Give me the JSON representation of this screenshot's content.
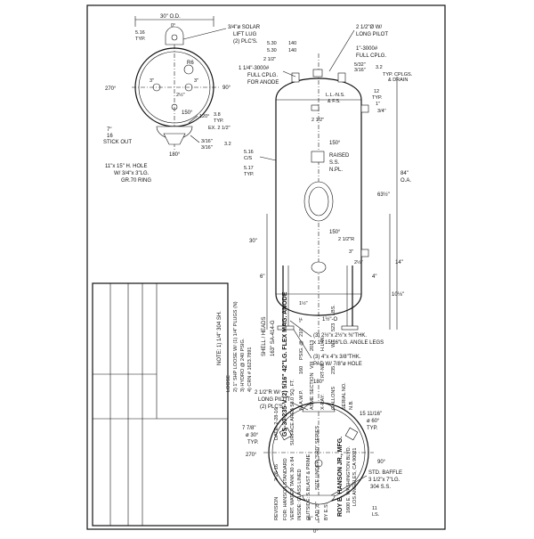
{
  "top_view": {
    "dim_od": "30\" O.D.",
    "solar_lug": [
      "3/4\"ø SOLAR",
      "LIFT LUG",
      "(2) PLC'S."
    ],
    "ang_0": "0°",
    "ang_90": "90°",
    "ang_180": "180°",
    "ang_270": "270°",
    "ang_150": "150°",
    "r6": "R6",
    "dim_516": [
      "5.16",
      "TYP."
    ],
    "dim_3l": "3\"",
    "dim_3r": "3\"",
    "dim_2half": "2½\"",
    "stick_out": [
      "7\"",
      "16",
      "STICK OUT"
    ],
    "hole_note": [
      "11\"x 15\" H. HOLE",
      "W/ 3/4\"x 3\"LG.",
      "GR.70 RING"
    ],
    "weld_120": "120°",
    "weld_38": [
      "3.8",
      "TYP."
    ],
    "ex_note": "EX. 2 1/2\"",
    "weld_316a": "3/16\"",
    "weld_316b": "3/16\"",
    "weld_32": "3.2"
  },
  "side_view": {
    "fitting_1": [
      "5.30",
      "140"
    ],
    "fitting_2": [
      "5.30",
      "140"
    ],
    "pilot_top": [
      "2 1/2\"Ø W/",
      "LONG PILOT"
    ],
    "full_cplg_1": [
      "1\"-3000#",
      "FULL CPLG."
    ],
    "half_a": "2 1/2\"",
    "full_cplg_2": [
      "1 1/4\"-3000#",
      "FULL CPLG.",
      "FOR ANODE"
    ],
    "anode_dims": [
      "5/32\"",
      "3/16\"",
      "3.2"
    ],
    "cplg_drain": [
      "TYP. CPLGS.",
      "& DRAIN"
    ],
    "typ_12": [
      "12",
      "TYP."
    ],
    "ll_ns": [
      "L.L.-N.S.",
      "& F.S."
    ],
    "dim_1": "1\"",
    "dim_34": "3/4\"",
    "dim_2h": "2 1/2\"",
    "ang150a": "150°",
    "raised_np": [
      "RAISED",
      "S.S.",
      "N.PL."
    ],
    "weld_516": [
      "5.16",
      "C/S"
    ],
    "weld_517": [
      "5.17",
      "TYP."
    ],
    "ang150b": "150°",
    "dim_30": "30\"",
    "dim_84": [
      "84\"",
      "O.A."
    ],
    "dim_63": "63½\"",
    "dim_2r": "2 1/2\"R",
    "dim_6": "6\"",
    "dim_14": "14\"",
    "dim_4": "4\"",
    "dim_3b": "3\"",
    "dim_2h2": "2½\"",
    "dim_10": "10⅛\"",
    "dim_1b": "1½\"",
    "dim_0": "1½\"-O",
    "legs_note": [
      "(3) 2½\"x 2½\"x ⅜\"THK.",
      "x 19 15/16\"LG. ANGLE LEGS"
    ],
    "pad_note": [
      "(3) 4\"x 4\"x 3/8\"THK.",
      "PAD W/ 7/8\"ø HOLE"
    ]
  },
  "bottom_view": {
    "ang_180": "180°",
    "ang_90": "90°",
    "ang_270": "270°",
    "ang_0": "0°",
    "pilot": [
      "2 1/2\"R W/",
      "LONG PILOT",
      "(2) PLC'S."
    ],
    "angle_30": [
      "7 7/8\"",
      "ø 30°",
      "TYP."
    ],
    "angle_15": [
      "15 11/16\"",
      "ø 60°",
      "TYP."
    ],
    "baffle": [
      "STD. BAFFLE",
      "3 1/2\"x 7\"LG.",
      "304 S.S."
    ],
    "dim_11": [
      "11",
      "LS."
    ],
    "dim_6": "6\""
  },
  "title_block": {
    "notes_header": "NOTE: 1) 1/4\" 304 SH.",
    "notes": [
      "LOOSE",
      "2) 1\" SHP LOOSE W/ (1) 1/4\" PLUGS (N)",
      "3) HYDRO @ 240 PSIG.",
      "4) CRN # 1623.7891"
    ],
    "shell_heads": "SHELL / HEADS",
    "material": "163\" SA-414-G",
    "anode": "GS-30-235-V  (2) 5/16\" 42\"LG. FLEX MAG. ANODE",
    "rows": [
      [
        "M.A.W.P.",
        "160",
        "PSIG. @",
        "210",
        "°F"
      ],
      [
        "ASME SECTION",
        "VIII",
        "2013"
      ],
      [
        "X-RAY:",
        "RT-N0",
        "H.L.W."
      ],
      [
        "GALLONS",
        "235",
        "WT.",
        "523",
        "LBS."
      ],
      [
        "SERIAL NO.",
        "N.B."
      ]
    ],
    "inside": "INSIDE: GLASS LINED",
    "outside": "OUTSIDE: S.BLAST & PRIME",
    "cad_by": "CAD \"B\"",
    "size_under": "SIZE UNDER \"SRD\" SERIES",
    "by_date": "BY E.S.",
    "revision": "REVISION",
    "rev_date": "2-26-16",
    "for_hanson": "FOR: HANSON STANDARD",
    "tank": "VERT. WATER TANK 30 x 84",
    "surface": "SURFACE AREA 58.0 SQ. FT.",
    "date": "DATE: 2-28-16",
    "company": "ROY E. HANSON JR., MFG.",
    "address": [
      "1600 E. WASHINGTON BLVD.",
      "LOS ANGELES, CA 90021"
    ]
  }
}
